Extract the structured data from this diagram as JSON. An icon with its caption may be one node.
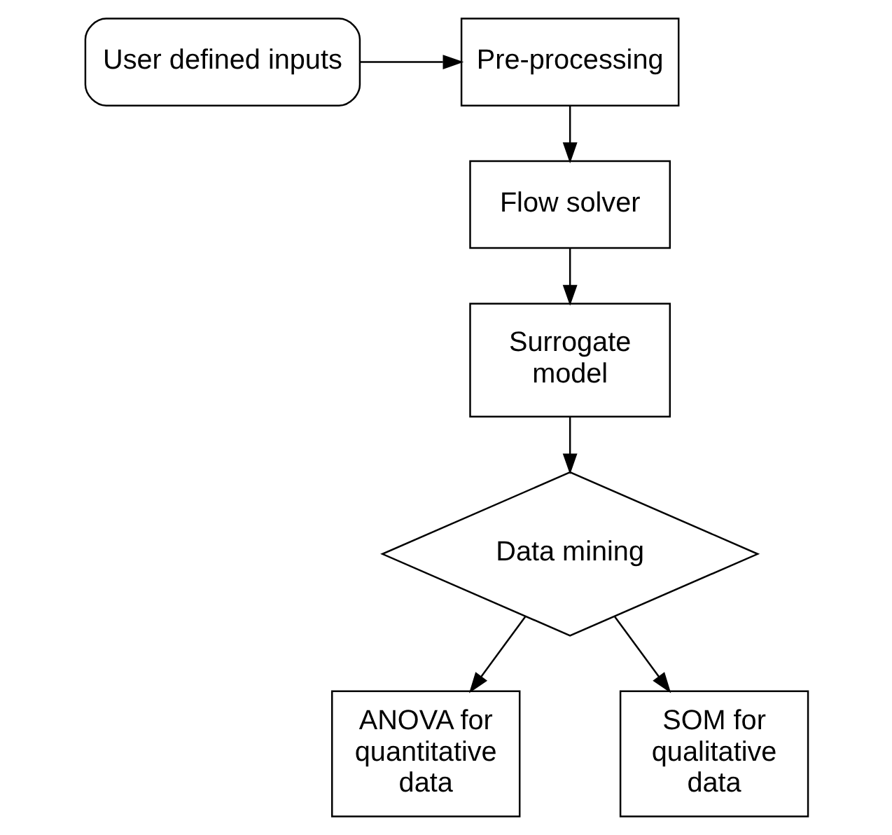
{
  "diagram": {
    "nodes": [
      {
        "text": [
          "User defined inputs"
        ]
      },
      {
        "text": [
          "Pre-processing"
        ]
      },
      {
        "text": [
          "Flow solver"
        ]
      },
      {
        "text": [
          "Surrogate model"
        ]
      },
      {
        "text": [
          "Data mining"
        ]
      },
      {
        "text": [
          "ANOVA for quantitative data"
        ]
      },
      {
        "text": [
          "SOM for qualitative data"
        ]
      }
    ],
    "edges": [
      {
        "from": 0,
        "to": 1,
        "arrow": "to"
      },
      {
        "from": 1,
        "to": 2,
        "arrow": "to"
      },
      {
        "from": 2,
        "to": 3,
        "arrow": "to"
      },
      {
        "from": 3,
        "to": 4,
        "arrow": "to"
      },
      {
        "from": 4,
        "to": 5,
        "arrow": "to"
      },
      {
        "from": 4,
        "to": 6,
        "arrow": "to"
      }
    ]
  }
}
